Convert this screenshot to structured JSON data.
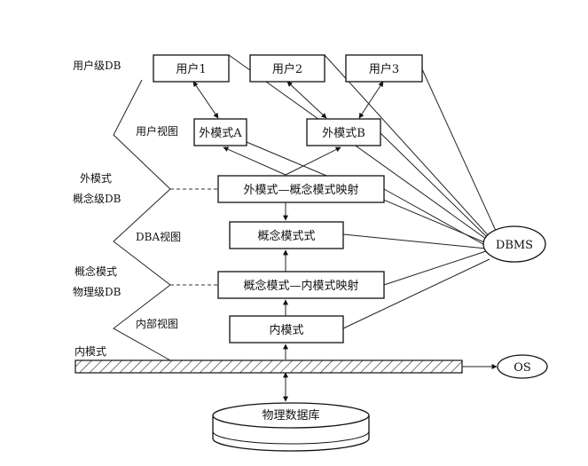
{
  "nodes": {
    "user1": "用户1",
    "user2": "用户2",
    "user3": "用户3",
    "ext_a": "外模式A",
    "ext_b": "外模式B",
    "ext_concept_map": "外模式—概念模式映射",
    "concept_schema": "概念模式式",
    "concept_internal_map": "概念模式—内模式映射",
    "internal_schema": "内模式",
    "physical_db": "物理数据库",
    "dbms": "DBMS",
    "os": "OS"
  },
  "labels": {
    "user_level_db": "用户级DB",
    "user_view": "用户视图",
    "external_schema": "外模式",
    "concept_level_db": "概念级DB",
    "dba_view": "DBA视图",
    "concept_schema_side": "概念模式",
    "physical_level_db": "物理级DB",
    "internal_view": "内部视图",
    "internal_schema_side": "内模式"
  }
}
